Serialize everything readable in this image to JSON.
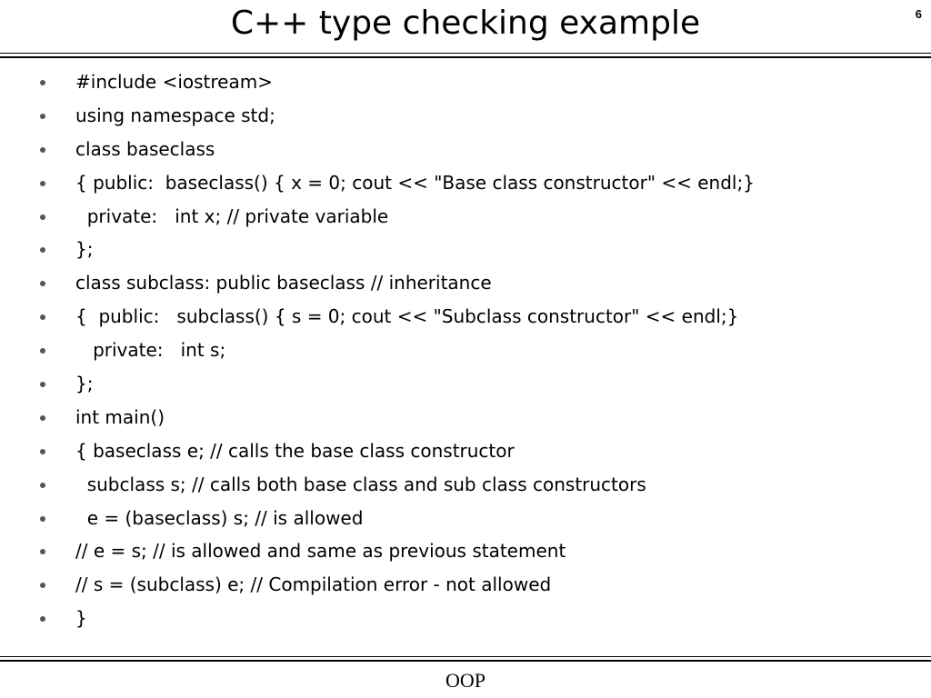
{
  "slide": {
    "title": "C++ type checking example",
    "page_number": "6",
    "footer": "OOP"
  },
  "bullets": [
    "#include <iostream>",
    "using namespace std;",
    "class baseclass",
    "{ public:  baseclass() { x = 0; cout << \"Base class constructor\" << endl;}",
    "  private:   int x; // private variable",
    "};",
    "class subclass: public baseclass // inheritance",
    "{  public:   subclass() { s = 0; cout << \"Subclass constructor\" << endl;}",
    "   private:   int s;",
    "};",
    "int main()",
    "{ baseclass e; // calls the base class constructor",
    "  subclass s; // calls both base class and sub class constructors",
    "  e = (baseclass) s; // is allowed",
    "// e = s; // is allowed and same as previous statement",
    "// s = (subclass) e; // Compilation error - not allowed",
    "}"
  ]
}
